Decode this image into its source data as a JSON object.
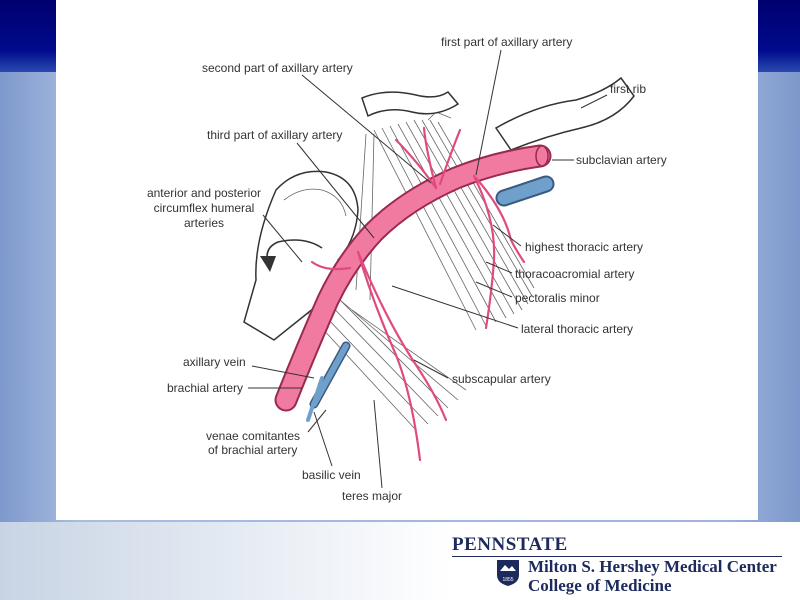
{
  "labels": {
    "first_part": "first part of axillary artery",
    "second_part": "second part of axillary artery",
    "first_rib": "first rib",
    "third_part": "third part of axillary artery",
    "subclavian": "subclavian artery",
    "circumflex_1": "anterior and posterior",
    "circumflex_2": "circumflex humeral",
    "circumflex_3": "arteries",
    "highest_thoracic": "highest thoracic artery",
    "thoracoacromial": "thoracoacromial artery",
    "pectoralis_minor": "pectoralis minor",
    "lateral_thoracic": "lateral thoracic artery",
    "axillary_vein": "axillary vein",
    "subscapular": "subscapular artery",
    "brachial": "brachial artery",
    "venae_1": "venae comitantes",
    "venae_2": "of brachial artery",
    "basilic": "basilic vein",
    "teres": "teres major"
  },
  "footer": {
    "university": "PENNSTATE",
    "center_line1": "Milton S. Hershey Medical Center",
    "center_line2": "College of Medicine",
    "shield_year": "1855"
  },
  "colors": {
    "artery": "#f07aa0",
    "vein": "#6fa0cc",
    "header": "#00006e",
    "brand": "#1c2a5c"
  }
}
